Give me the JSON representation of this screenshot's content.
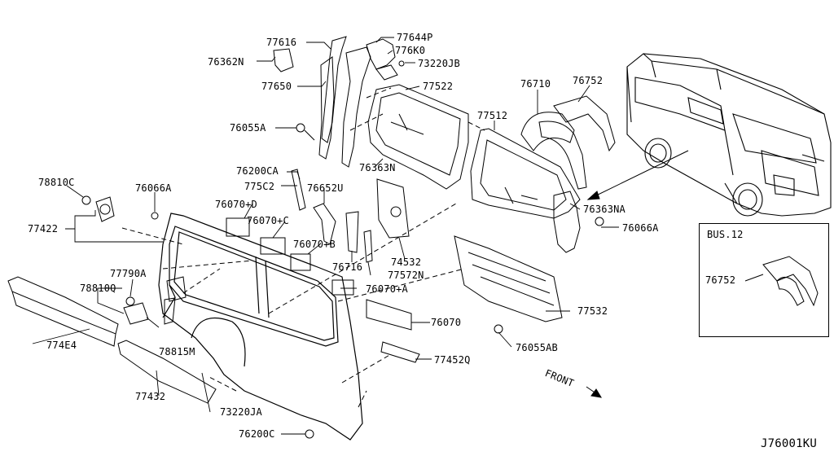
{
  "labels": {
    "p77616": "77616",
    "p77644P": "77644P",
    "p776K0": "776K0",
    "p73220JB": "73220JB",
    "p76362N": "76362N",
    "p77650": "77650",
    "p77522": "77522",
    "p76710": "76710",
    "p76752a": "76752",
    "p77512": "77512",
    "p76055A": "76055A",
    "p76363N": "76363N",
    "p76200CA": "76200CA",
    "p775C2": "775C2",
    "p76652U": "76652U",
    "p78810C": "78810C",
    "p76066Aleft": "76066A",
    "p76070D": "76070+D",
    "p76070C": "76070+C",
    "p76070B": "76070+B",
    "p76363NA": "76363NA",
    "p76066Aright": "76066A",
    "p77422": "77422",
    "p76716": "76716",
    "p74532": "74532",
    "p77572N": "77572N",
    "p77790A": "77790A",
    "p78810Q": "78810Q",
    "p76070A": "76070+A",
    "p77532": "77532",
    "p76070": "76070",
    "p774E4": "774E4",
    "p78815M": "78815M",
    "p77452Q": "77452Q",
    "p76055AB": "76055AB",
    "p77432": "77432",
    "p73220JA": "73220JA",
    "p76200C": "76200C",
    "inset_title": "BUS.12",
    "p76752b": "76752",
    "front": "FRONT",
    "diagram_code": "J76001KU"
  }
}
